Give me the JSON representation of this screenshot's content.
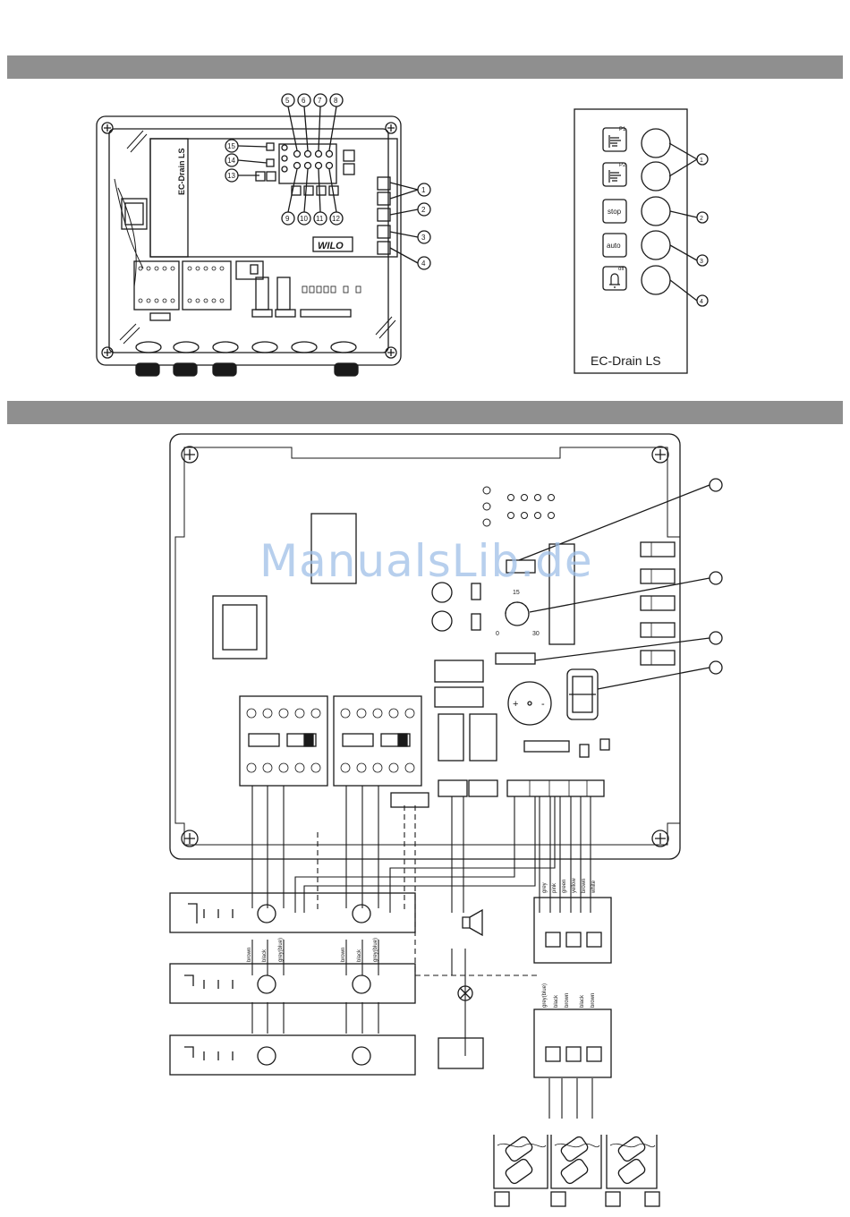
{
  "figure1": {
    "controller_label": "EC-Drain LS",
    "brand": "WILO",
    "callouts": [
      "1",
      "2",
      "3",
      "4",
      "5",
      "6",
      "7",
      "8",
      "9",
      "10",
      "11",
      "12",
      "13",
      "14",
      "15"
    ]
  },
  "figure2": {
    "panel_label": "EC-Drain LS",
    "buttons": [
      {
        "label": "",
        "icon": "hand-p1-icon",
        "callout": "1",
        "super": "P1"
      },
      {
        "label": "",
        "icon": "hand-p2-icon",
        "callout": "1",
        "super": "P2"
      },
      {
        "label": "stop",
        "icon": "",
        "callout": "2"
      },
      {
        "label": "auto",
        "icon": "",
        "callout": "3"
      },
      {
        "label": "",
        "icon": "bell-off-icon",
        "callout": "4",
        "super": "off"
      }
    ]
  },
  "figure3": {
    "dial": {
      "min": "0",
      "mid": "15",
      "max": "30"
    },
    "buzzer": {
      "plus": "+",
      "minus": "-"
    },
    "wire_colors_top": [
      "grey",
      "pink",
      "green",
      "yellow",
      "brown",
      "white"
    ],
    "wire_colors_float": [
      "grey(blue)",
      "black",
      "brown",
      "black",
      "brown"
    ],
    "pump_wires": [
      "brown",
      "black",
      "grey(blue)"
    ]
  },
  "watermark": "ManualsLib.de"
}
